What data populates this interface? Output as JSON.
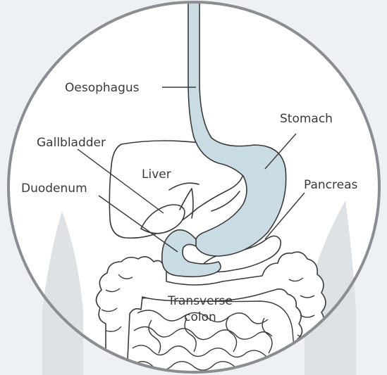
{
  "labels": {
    "oesophagus": "Oesophagus",
    "stomach": "Stomach",
    "gallbladder": "Gallbladder",
    "liver": "Liver",
    "duodenum": "Duodenum",
    "pancreas": "Pancreas",
    "transverse_colon_line1": "Transverse",
    "transverse_colon_line2": "colon"
  },
  "colors": {
    "background": "#eef1f4",
    "circle_fill": "#ffffff",
    "circle_border": "#8a8e92",
    "digestive_tract_fill": "#c9dbe3",
    "outline": "#3a3a3a",
    "side_shape": "#dfe2e5"
  }
}
